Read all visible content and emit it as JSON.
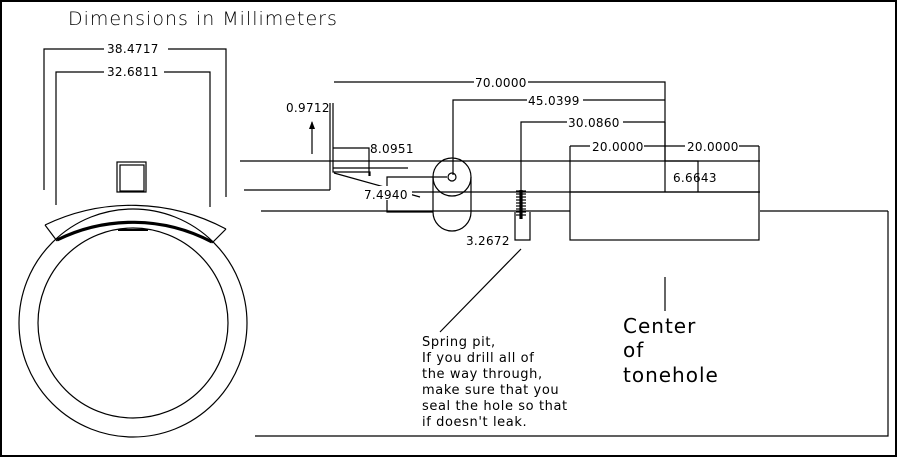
{
  "title": "Dimensions in Millimeters",
  "colors": {
    "line": "#000000",
    "background": "#ffffff"
  },
  "cross_section": {
    "outer_width": "38.4717",
    "inner_width": "32.6811"
  },
  "dimensions": {
    "d70": "70.0000",
    "d45": "45.0399",
    "d30": "30.0860",
    "d20a": "20.0000",
    "d20b": "20.0000",
    "d6": "6.6643",
    "d0_97": "0.9712",
    "d8": "8.0951",
    "d7": "7.4940",
    "d3": "3.2672"
  },
  "notes": {
    "spring_pit": [
      "Spring pit,",
      "If you drill all of",
      "the way through,",
      "make sure that you",
      "seal the hole so that",
      "if doesn't leak."
    ],
    "tonehole": [
      "Center",
      "of",
      "tonehole"
    ]
  }
}
